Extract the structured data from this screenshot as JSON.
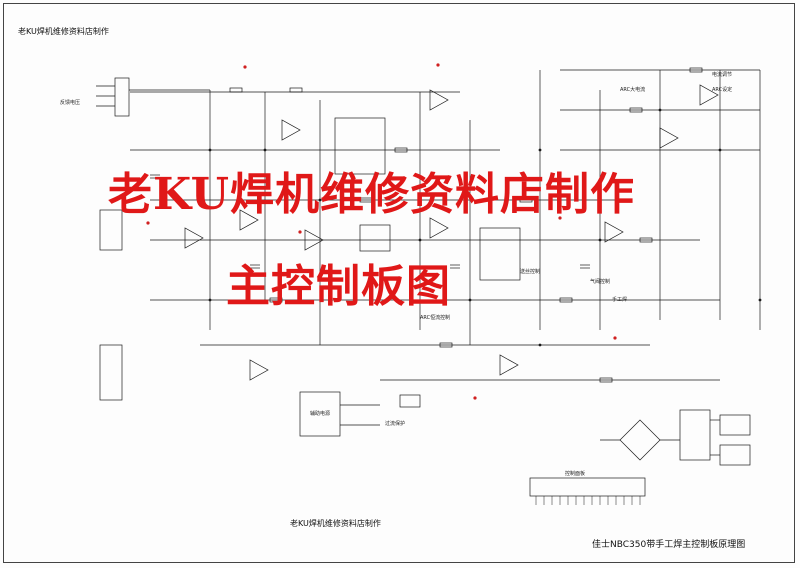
{
  "header": {
    "top_left_title": "老KU焊机维修资料店制作"
  },
  "watermark": {
    "line1": "老KU焊机维修资料店制作",
    "line2": "主控制板图"
  },
  "footer": {
    "center_note": "老KU焊机维修资料店制作",
    "title": "佳士NBC350带手工焊主控制板原理图"
  },
  "labels": {
    "ctrl_panel": "控制面板",
    "arc_big": "ARC大电流",
    "arc_adjust": "ARC设定",
    "current_adjust": "电流调节",
    "arc_constant": "ARC恒流控制",
    "thermal_protect": "过流保护",
    "feedback": "反馈电压",
    "wire_feed": "送丝控制",
    "gas_valve": "气阀控制",
    "manual_weld": "手工焊",
    "aux_power": "辅助电源"
  },
  "colors": {
    "watermark": "#e01818",
    "ink": "#111111",
    "background": "#fdfdfd"
  }
}
